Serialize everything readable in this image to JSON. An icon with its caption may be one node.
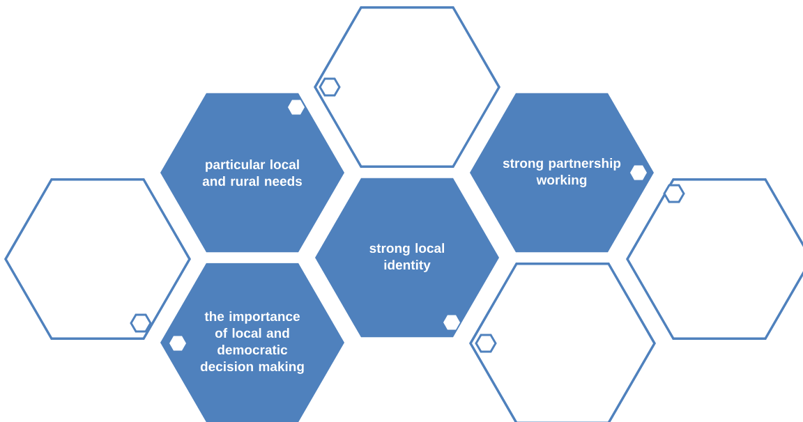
{
  "diagram": {
    "nodes": [
      {
        "text": [],
        "shape": "hexagon"
      },
      {
        "text": [
          "particular local and rural needs"
        ]
      },
      {
        "text": [
          "strong partnership working"
        ]
      },
      {
        "text": [],
        "shape": "hexagon"
      },
      {
        "text": [
          "strong local identity"
        ]
      },
      {
        "text": [],
        "shape": "hexagon"
      },
      {
        "text": [
          "the importance of local and democratic decision making"
        ]
      },
      {
        "text": [],
        "shape": "hexagon"
      }
    ]
  }
}
